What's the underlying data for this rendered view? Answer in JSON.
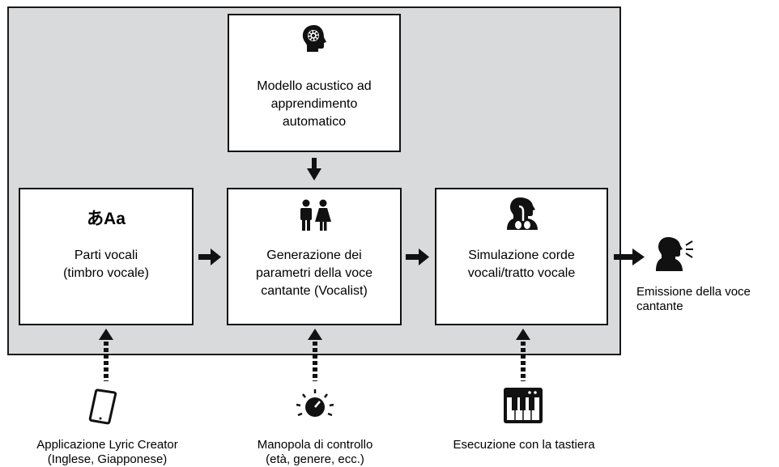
{
  "nodes": {
    "model": {
      "label": "Modello acustico ad\napprendimento\nautomatico",
      "icon": "gear-head-icon"
    },
    "parts": {
      "glyph": "あAa",
      "label": "Parti vocali\n(timbro vocale)",
      "icon": "language-glyph-icon"
    },
    "generation": {
      "label": "Generazione dei\nparametri della voce\ncantante (Vocalist)",
      "icon": "man-woman-icon"
    },
    "simulation": {
      "label": "Simulazione corde\nvocali/tratto vocale",
      "icon": "vocal-tract-icon"
    },
    "output": {
      "label": "Emissione della voce\ncantante",
      "icon": "speaking-person-icon"
    }
  },
  "inputs": {
    "app": {
      "label": "Applicazione Lyric Creator\n(Inglese, Giapponese)",
      "icon": "smartphone-icon"
    },
    "knob": {
      "label": "Manopola di controllo\n(età, genere, ecc.)",
      "icon": "knob-icon"
    },
    "keyboard": {
      "label": "Esecuzione con la tastiera",
      "icon": "keyboard-icon"
    }
  }
}
